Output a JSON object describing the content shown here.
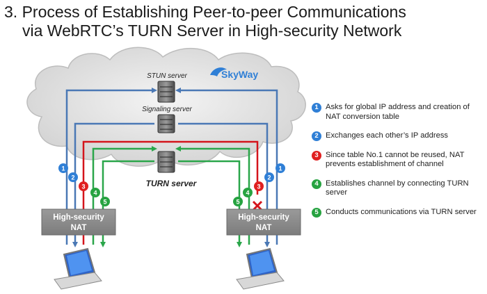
{
  "title": {
    "line1": "3. Process of Establishing Peer-to-peer Communications",
    "line2": "via WebRTC’s TURN Server in High-security Network"
  },
  "brand": {
    "name": "SkyWay"
  },
  "servers": {
    "stun": "STUN server",
    "signaling": "Signaling server",
    "turn": "TURN server"
  },
  "nat": {
    "left": [
      "High-security",
      "NAT"
    ],
    "right": [
      "High-security",
      "NAT"
    ]
  },
  "colors": {
    "step1": "#2f7fd6",
    "step2": "#2f7fd6",
    "step3": "#e02020",
    "step4": "#27a341",
    "step5": "#27a341",
    "line_blue": "#4a78b5",
    "line_red": "#d4141b",
    "line_green": "#2aa64a",
    "nat_box": "#8a8a8a"
  },
  "legend": [
    {
      "num": "1",
      "text": "Asks for global IP address and creation of NAT conversion table"
    },
    {
      "num": "2",
      "text": "Exchanges each other’s IP address"
    },
    {
      "num": "3",
      "text": "Since table No.1 cannot be reused, NAT prevents establishment of channel"
    },
    {
      "num": "4",
      "text": "Establishes channel by connecting TURN server"
    },
    {
      "num": "5",
      "text": "Conducts communications via TURN server"
    }
  ],
  "icons": [
    "server-icon",
    "laptop-icon",
    "cross-mark-icon",
    "skyway-logo-icon"
  ]
}
